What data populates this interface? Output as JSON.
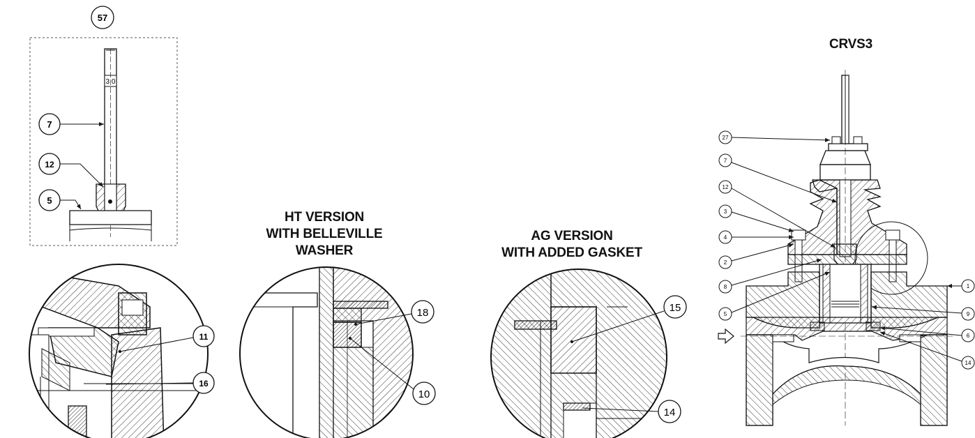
{
  "titles": {
    "ht": [
      "HT VERSION",
      "WITH BELLEVILLE",
      "WASHER"
    ],
    "ag": [
      "AG VERSION",
      "WITH ADDED GASKET"
    ],
    "crvs": "CRVS3"
  },
  "callouts": {
    "stem_detail": [
      "57",
      "7",
      "12",
      "5"
    ],
    "detail_circle_1": [
      "11",
      "16"
    ],
    "ht_detail": [
      "18",
      "10"
    ],
    "ag_detail": [
      "15",
      "14"
    ],
    "main_left": [
      "27",
      "7",
      "12",
      "3",
      "4",
      "2",
      "8",
      "5"
    ],
    "main_right": [
      "1",
      "9",
      "6",
      "14"
    ]
  },
  "stem_scale_label": "3 0",
  "colors": {
    "line": "#1a1a1a",
    "hatch": "#333333",
    "background": "#ffffff"
  }
}
